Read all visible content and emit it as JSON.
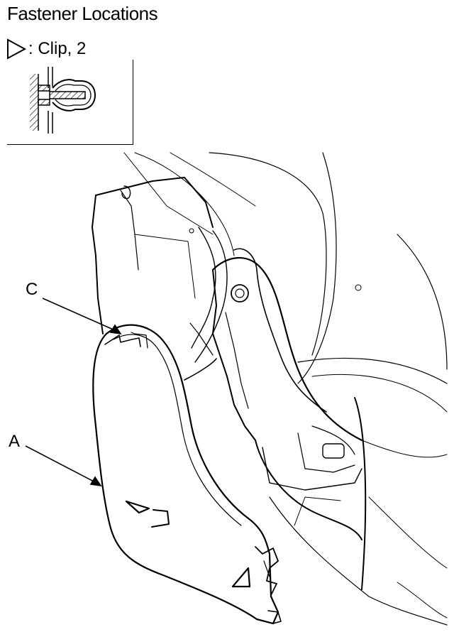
{
  "title": "Fastener Locations",
  "legend": {
    "symbol": "triangle-outline-icon",
    "text": ": Clip, 2"
  },
  "callouts": {
    "c": "C",
    "a": "A"
  }
}
